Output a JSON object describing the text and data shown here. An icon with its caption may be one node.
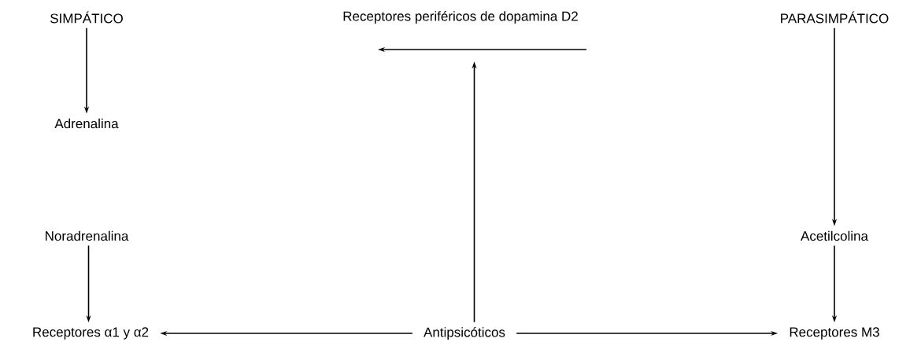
{
  "diagram": {
    "nodes": [
      {
        "text": [
          "SIMPÁTICO"
        ]
      },
      {
        "text": [
          "Receptores periféricos de dopamina D2"
        ]
      },
      {
        "text": [
          "PARASIMPÁTICO"
        ]
      },
      {
        "text": [
          "Adrenalina"
        ]
      },
      {
        "text": [
          "Noradrenalina"
        ]
      },
      {
        "text": [
          "Acetilcolina"
        ]
      },
      {
        "text": [
          "Receptores α1 y α2"
        ]
      },
      {
        "text": [
          "Antipsicóticos"
        ]
      },
      {
        "text": [
          "Receptores M3"
        ]
      }
    ],
    "edges": [
      {
        "from": 0,
        "to": 3,
        "arrow": "to"
      },
      {
        "from": 4,
        "to": 6,
        "arrow": "to"
      },
      {
        "from": 2,
        "to": 5,
        "arrow": "to"
      },
      {
        "from": 5,
        "to": 8,
        "arrow": "to"
      },
      {
        "from": 7,
        "to": 1,
        "arrow": "to"
      },
      {
        "from": 7,
        "to": 6,
        "arrow": "to"
      },
      {
        "from": 7,
        "to": 8,
        "arrow": "to"
      }
    ]
  }
}
